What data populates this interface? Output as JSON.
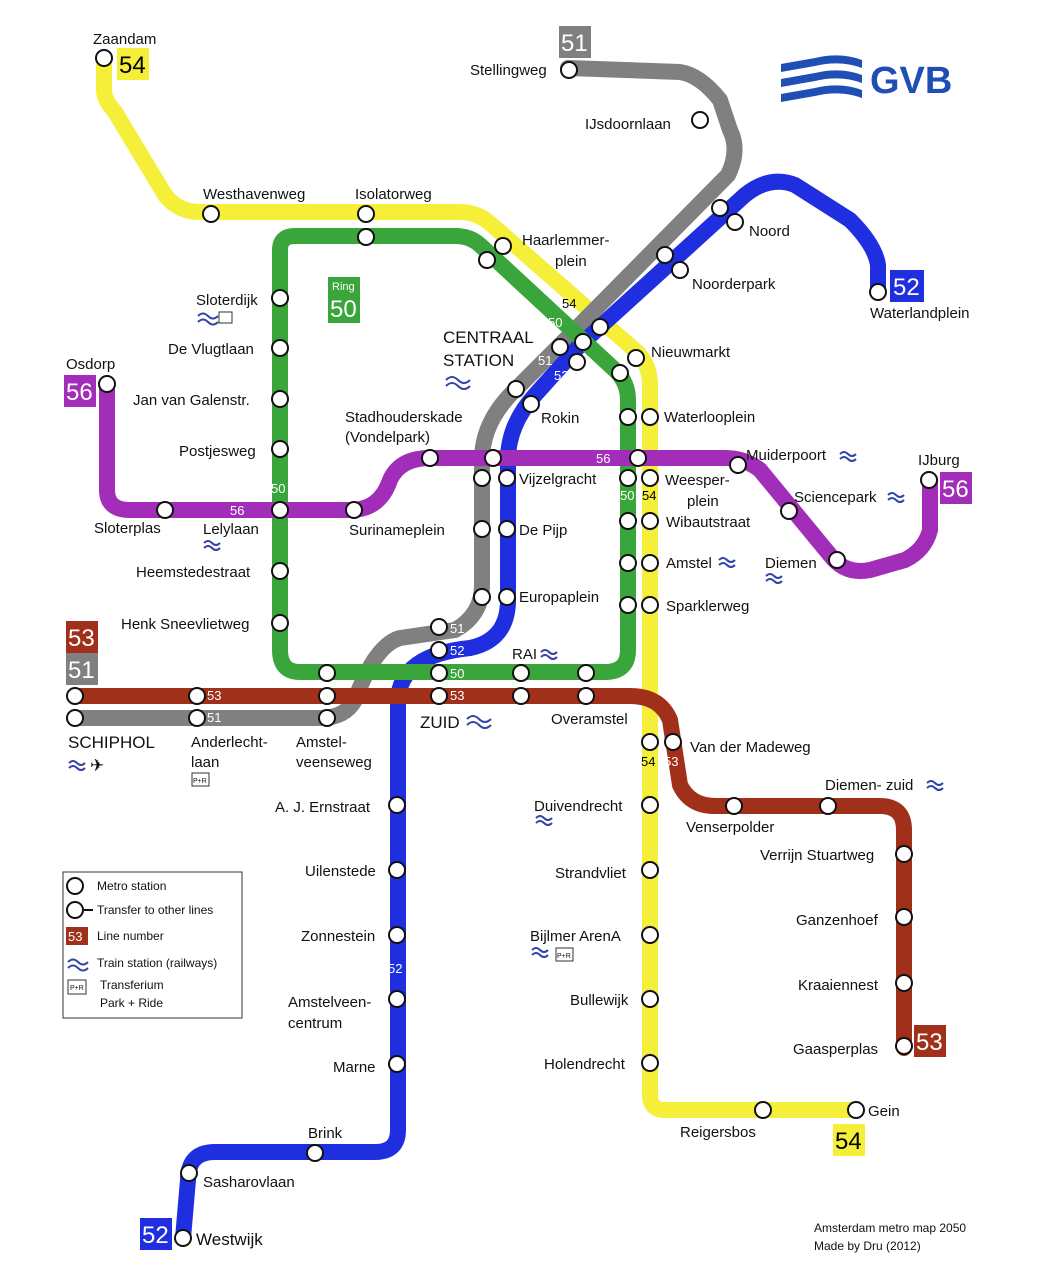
{
  "brand": {
    "logo_text": "GVB",
    "logo_color": "#1f4fb4"
  },
  "colors": {
    "line50": "#3aa53a",
    "line51": "#808080",
    "line52": "#1f2fe0",
    "line53": "#a0301a",
    "line54": "#f5ef3a",
    "line56": "#a22db8",
    "rail": "#3344aa"
  },
  "lines": {
    "line50_label": "Ring",
    "line50_number": "50",
    "line51_number": "51",
    "line52_number": "52",
    "line53_number": "53",
    "line54_number": "54",
    "line56_number": "56"
  },
  "stations": {
    "zaandam": "Zaandam",
    "westhavenweg": "Westhavenweg",
    "isolatorweg": "Isolatorweg",
    "haarlemmerplein_1": "Haarlemmer-",
    "haarlemmerplein_2": "plein",
    "stellingweg": "Stellingweg",
    "ijsdoornlaan": "IJsdoornlaan",
    "noord": "Noord",
    "noorderpark": "Noorderpark",
    "waterlandplein": "Waterlandplein",
    "centraal_1": "CENTRAAL",
    "centraal_2": "STATION",
    "nieuwmarkt": "Nieuwmarkt",
    "waterlooplein": "Waterlooplein",
    "rokin": "Rokin",
    "sloterdijk": "Sloterdijk",
    "de_vlugtlaan": "De Vlugtlaan",
    "jan_van_galenstr": "Jan van Galenstr.",
    "postjesweg": "Postjesweg",
    "osdorp": "Osdorp",
    "sloterplas": "Sloterplas",
    "lelylaan": "Lelylaan",
    "heemstedestraat": "Heemstedestraat",
    "henk_sneevlietweg": "Henk Sneevlietweg",
    "stadhouderskade_1": "Stadhouderskade",
    "stadhouderskade_2": "(Vondelpark)",
    "surinameplein": "Surinameplein",
    "vijzelgracht": "Vijzelgracht",
    "de_pijp": "De Pijp",
    "europaplein": "Europaplein",
    "muiderpoort": "Muiderpoort",
    "weesperplein_1": "Weesper-",
    "weesperplein_2": "plein",
    "wibautstraat": "Wibautstraat",
    "amstel": "Amstel",
    "sparklerweg": "Sparklerweg",
    "sciencepark": "Sciencepark",
    "diemen": "Diemen",
    "ijburg": "IJburg",
    "rai": "RAI",
    "zuid": "ZUID",
    "overamstel": "Overamstel",
    "schiphol": "SCHIPHOL",
    "anderlechtlaan_1": "Anderlecht-",
    "anderlechtlaan_2": "laan",
    "amstelveenseweg_1": "Amstel-",
    "amstelveenseweg_2": "veenseweg",
    "van_der_madeweg": "Van der Madeweg",
    "diemen_zuid": "Diemen- zuid",
    "venserpolder": "Venserpolder",
    "verrijn_stuartweg": "Verrijn Stuartweg",
    "ganzenhoef": "Ganzenhoef",
    "kraaiennest": "Kraaiennest",
    "gaasperplas": "Gaasperplas",
    "duivendrecht": "Duivendrecht",
    "strandvliet": "Strandvliet",
    "bijlmer_arena": "Bijlmer ArenA",
    "bullewijk": "Bullewijk",
    "holendrecht": "Holendrecht",
    "reigersbos": "Reigersbos",
    "gein": "Gein",
    "a_j_ernstraat": "A. J. Ernstraat",
    "uilenstede": "Uilenstede",
    "zonnestein": "Zonnestein",
    "amstelveen_centrum_1": "Amstelveen-",
    "amstelveen_centrum_2": "centrum",
    "marne": "Marne",
    "brink": "Brink",
    "sasharovlaan": "Sasharovlaan",
    "westwijk": "Westwijk"
  },
  "legend": {
    "metro_station": "Metro station",
    "transfer": "Transfer to other lines",
    "line_number": "Line number",
    "train_station": "Train station (railways)",
    "transferium_1": "Transferium",
    "transferium_2": "Park + Ride",
    "sample_number": "53",
    "pr": "P+R"
  },
  "credits": {
    "line1": "Amsterdam metro map 2050",
    "line2": "Made by Dru (2012)"
  }
}
